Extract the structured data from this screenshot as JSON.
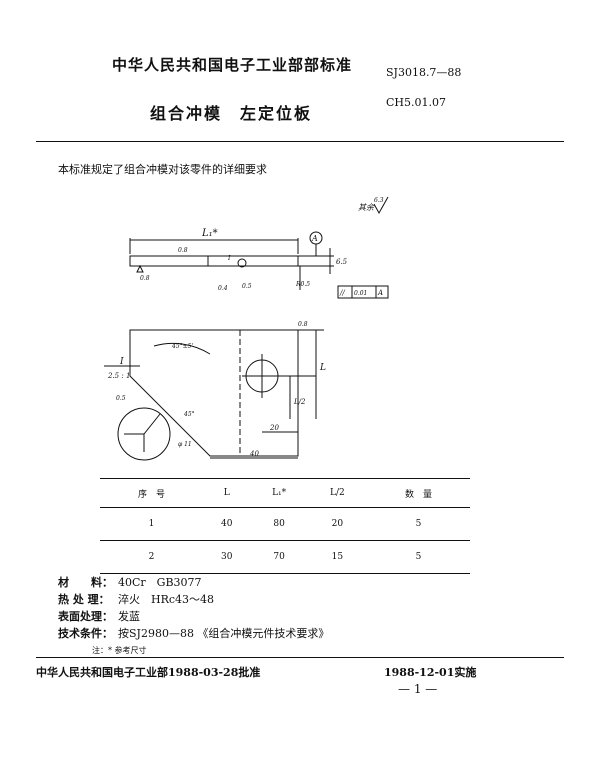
{
  "header": {
    "org": "中华人民共和国电子工业部部标准",
    "code": "SJ3018.7—88",
    "classification": "CH5.01.07",
    "title": "组合冲模　左定位板"
  },
  "intro": "本标准规定了组合冲模对该零件的详细要求",
  "drawing": {
    "surface_note": "其余",
    "surface_value": "6.3",
    "length_label": "L₁*",
    "flat_ra": "0.8",
    "thickness": "6.5",
    "relief": "R0.5",
    "grind_note": "0.4",
    "groove": "0.5",
    "ref_letter": "A",
    "tolerance_symbol": "//",
    "tolerance_value": "0.01",
    "tolerance_ref": "A",
    "angle_outer": "45°±5'",
    "detail_id": "I",
    "detail_scale": "2.5 : 1",
    "detail_angle": "45°",
    "detail_ra": "0.5",
    "hole_dia": "φ 11",
    "dim_L": "L",
    "dim_L2": "L/2",
    "dim_20": "20",
    "dim_40": "40",
    "edge_ra": "0.8"
  },
  "table": {
    "headers": [
      "序　号",
      "L",
      "L₁*",
      "L/2",
      "数　量"
    ],
    "rows": [
      [
        "1",
        "40",
        "80",
        "20",
        "5"
      ],
      [
        "2",
        "30",
        "70",
        "15",
        "5"
      ]
    ]
  },
  "notes": {
    "material_label": "材　　料：",
    "material_value": "40Cr　GB3077",
    "heat_label": "热 处 理：",
    "heat_value": "淬火　HRc43～48",
    "surface_label": "表面处理：",
    "surface_value": "发蓝",
    "tech_label": "技术条件：",
    "tech_value": "按SJ2980—88 《组合冲模元件技术要求》",
    "footnote": "注：* 参考尺寸"
  },
  "footer": {
    "approved": "中华人民共和国电子工业部1988-03-28批准",
    "effective": "1988-12-01实施",
    "page": "— 1 —"
  }
}
